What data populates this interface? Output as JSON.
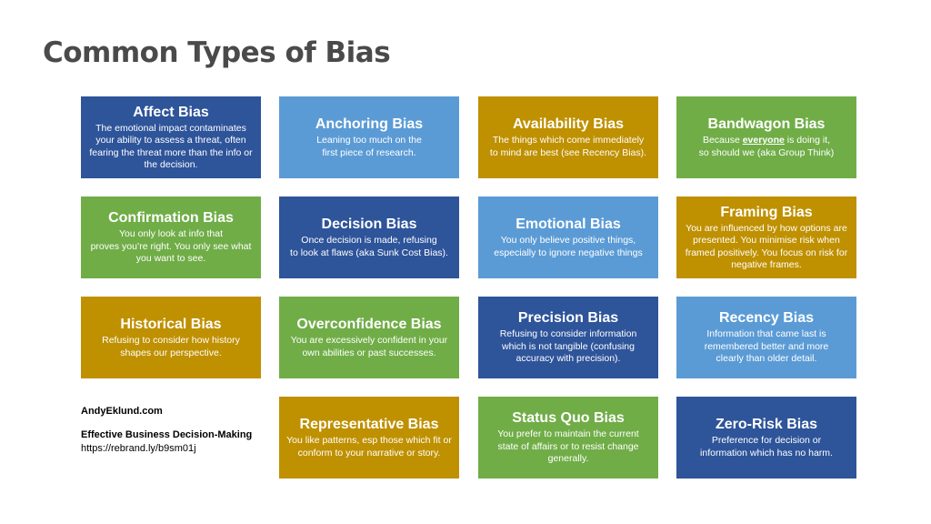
{
  "title": "Common Types of Bias",
  "cards": [
    {
      "title": "Affect Bias",
      "desc": "The emotional impact contaminates your ability to assess a threat, often fearing the threat more than the info or the decision.",
      "color": "#2e549a"
    },
    {
      "title": "Anchoring Bias",
      "desc": "Leaning too much on the\nfirst piece of research.",
      "color": "#5b9bd5"
    },
    {
      "title": "Availability Bias",
      "desc": "The things which come immediately\nto mind are best (see Recency Bias).",
      "color": "#bf9000"
    },
    {
      "title": "Bandwagon Bias",
      "desc_pre": "Because ",
      "desc_emph": "everyone",
      "desc_post": " is doing it,\nso should we  (aka Group Think)",
      "color": "#70ad47"
    },
    {
      "title": "Confirmation Bias",
      "desc": "You only look at info that\nproves you’re right. You only see what\nyou want to see.",
      "color": "#70ad47"
    },
    {
      "title": "Decision Bias",
      "desc": "Once decision is made, refusing\nto look at flaws  (aka Sunk Cost Bias).",
      "color": "#2e549a"
    },
    {
      "title": "Emotional Bias",
      "desc": "You only believe positive things,\nespecially to ignore negative things",
      "color": "#5b9bd5"
    },
    {
      "title": "Framing Bias",
      "desc": "You are influenced by how options are\npresented. You minimise risk when\nframed positively. You focus on risk for\nnegative frames.",
      "color": "#bf9000"
    },
    {
      "title": "Historical Bias",
      "desc": "Refusing to consider how history\nshapes our perspective.",
      "color": "#bf9000"
    },
    {
      "title": "Overconfidence Bias",
      "desc": "You are excessively confident in your\nown abilities or past successes.",
      "color": "#70ad47"
    },
    {
      "title": "Precision Bias",
      "desc": "Refusing to consider information\nwhich is not tangible (confusing\naccuracy with precision).",
      "color": "#2e549a"
    },
    {
      "title": "Recency Bias",
      "desc": "Information that came last is\nremembered better and more\nclearly than older detail.",
      "color": "#5b9bd5"
    },
    {
      "title": "Representative Bias",
      "desc": "You like patterns, esp those which fit or\nconform to your narrative or story.",
      "color": "#bf9000"
    },
    {
      "title": "Status Quo Bias",
      "desc": "You prefer to maintain the current\nstate of affairs or to resist change\ngenerally.",
      "color": "#70ad47"
    },
    {
      "title": "Zero-Risk Bias",
      "desc": "Preference for decision or\ninformation which has no harm.",
      "color": "#2e549a"
    }
  ],
  "credits": {
    "site": "AndyEklund.com",
    "course": "Effective Business Decision-Making",
    "link": "https://rebrand.ly/b9sm01j"
  }
}
